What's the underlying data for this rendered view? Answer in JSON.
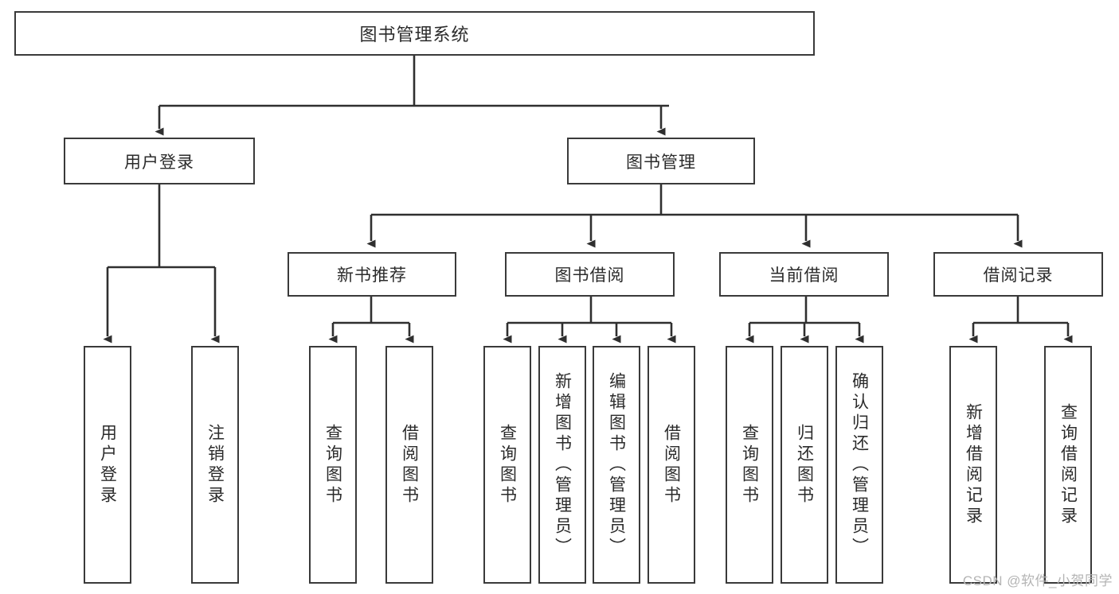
{
  "diagram": {
    "type": "hierarchy-tree",
    "title": "图书管理系统",
    "root": {
      "label": "图书管理系统"
    },
    "level1": [
      {
        "id": "user-login",
        "label": "用户登录"
      },
      {
        "id": "book-management",
        "label": "图书管理"
      }
    ],
    "level2": [
      {
        "id": "new-book-recommend",
        "label": "新书推荐",
        "parent": "book-management"
      },
      {
        "id": "book-borrow",
        "label": "图书借阅",
        "parent": "book-management"
      },
      {
        "id": "current-borrow",
        "label": "当前借阅",
        "parent": "book-management"
      },
      {
        "id": "borrow-record",
        "label": "借阅记录",
        "parent": "book-management"
      }
    ],
    "leaves": [
      {
        "id": "leaf-user-login",
        "label": "用户登录",
        "parent": "user-login"
      },
      {
        "id": "leaf-logout-login",
        "label": "注销登录",
        "parent": "user-login"
      },
      {
        "id": "leaf-query-book-1",
        "label": "查询图书",
        "parent": "new-book-recommend"
      },
      {
        "id": "leaf-borrow-book-1",
        "label": "借阅图书",
        "parent": "new-book-recommend"
      },
      {
        "id": "leaf-query-book-2",
        "label": "查询图书",
        "parent": "book-borrow"
      },
      {
        "id": "leaf-add-book",
        "label": "新增图书（管理员）",
        "parent": "book-borrow"
      },
      {
        "id": "leaf-edit-book",
        "label": "编辑图书（管理员）",
        "parent": "book-borrow"
      },
      {
        "id": "leaf-borrow-book-2",
        "label": "借阅图书",
        "parent": "book-borrow"
      },
      {
        "id": "leaf-query-book-3",
        "label": "查询图书",
        "parent": "current-borrow"
      },
      {
        "id": "leaf-return-book",
        "label": "归还图书",
        "parent": "current-borrow"
      },
      {
        "id": "leaf-confirm-return",
        "label": "确认归还（管理员）",
        "parent": "current-borrow"
      },
      {
        "id": "leaf-add-record",
        "label": "新增借阅记录",
        "parent": "borrow-record"
      },
      {
        "id": "leaf-query-record",
        "label": "查询借阅记录",
        "parent": "borrow-record"
      }
    ],
    "colors": {
      "stroke": "#3a3a3a",
      "text": "#2b2b2b",
      "background": "#ffffff",
      "watermark": "#b4b4b4"
    }
  },
  "watermark": {
    "text": "CSDN @软件_小贺同学"
  }
}
